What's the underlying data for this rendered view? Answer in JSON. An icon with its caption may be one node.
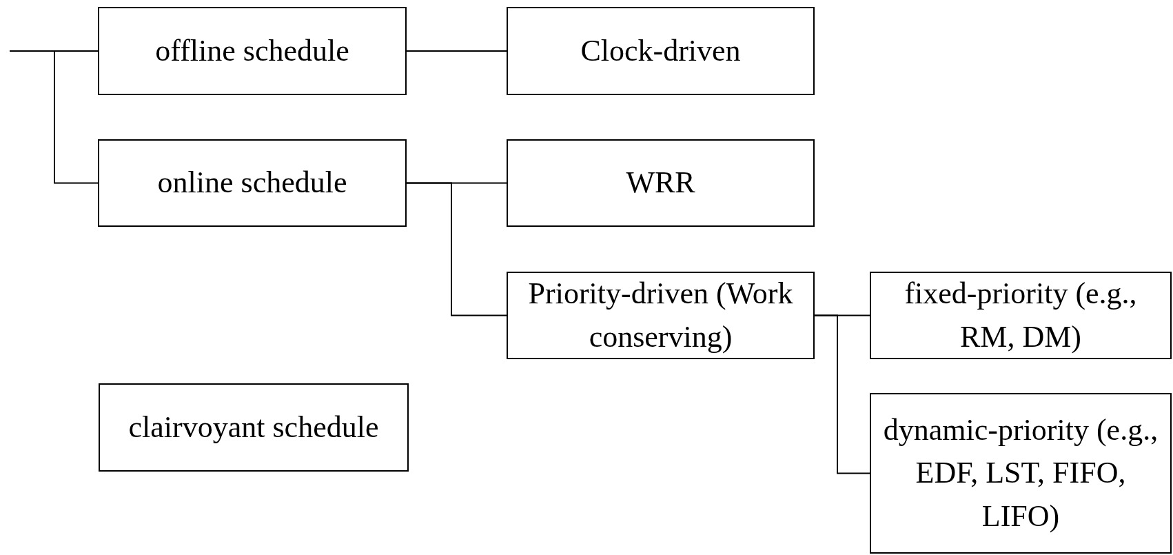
{
  "diagram": {
    "nodes": [
      {
        "text": [
          "offline schedule"
        ]
      },
      {
        "text": [
          "Clock-driven"
        ]
      },
      {
        "text": [
          "online schedule"
        ]
      },
      {
        "text": [
          "WRR"
        ]
      },
      {
        "text": [
          "Priority-driven (Work conserving)"
        ]
      },
      {
        "text": [
          "fixed-priority (e.g., RM, DM)"
        ]
      },
      {
        "text": [
          "dynamic-priority (e.g., EDF, LST, FIFO, LIFO)"
        ]
      },
      {
        "text": [
          "clairvoyant schedule"
        ]
      }
    ],
    "edges": [
      {
        "from": null,
        "to": 0,
        "arrow": "none"
      },
      {
        "from": null,
        "to": 2,
        "arrow": "none"
      },
      {
        "from": 0,
        "to": 1,
        "arrow": "none"
      },
      {
        "from": 2,
        "to": 3,
        "arrow": "none"
      },
      {
        "from": 2,
        "to": 4,
        "arrow": "none"
      },
      {
        "from": 4,
        "to": 5,
        "arrow": "none"
      },
      {
        "from": 4,
        "to": 6,
        "arrow": "none"
      }
    ]
  }
}
